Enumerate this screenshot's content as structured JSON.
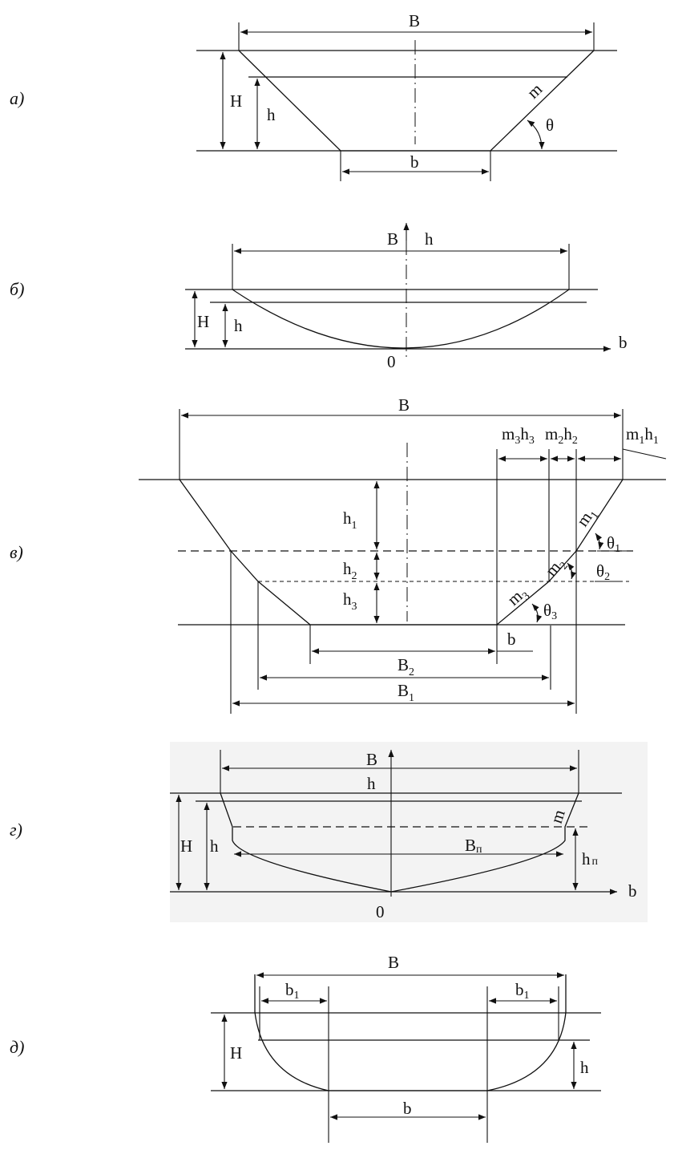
{
  "panels": {
    "a": {
      "tag": "а)",
      "B": "B",
      "H": "H",
      "h": "h",
      "b": "b",
      "m": "m",
      "theta": "θ"
    },
    "b": {
      "tag": "б)",
      "B": "B",
      "h_axis": "h",
      "H": "H",
      "h": "h",
      "b_axis": "b",
      "origin": "0"
    },
    "v": {
      "tag": "в)",
      "B": "B",
      "m3h3": "m",
      "m3h3_s": "3",
      "m3h3_h": "h",
      "m3h3_hs": "3",
      "m2h2": "m",
      "m2h2_s": "2",
      "m2h2_h": "h",
      "m2h2_hs": "2",
      "m1h1": "m",
      "m1h1_s": "1",
      "m1h1_h": "h",
      "m1h1_hs": "1",
      "h1": "h",
      "h1_s": "1",
      "h2": "h",
      "h2_s": "2",
      "h3": "h",
      "h3_s": "3",
      "m1": "m",
      "m1_s": "1",
      "m2": "m",
      "m2_s": "2",
      "m3": "m",
      "m3_s": "3",
      "theta1": "θ",
      "theta1_s": "1",
      "theta2": "θ",
      "theta2_s": "2",
      "theta3": "θ",
      "theta3_s": "3",
      "b": "b",
      "B2": "B",
      "B2_s": "2",
      "B1": "B",
      "B1_s": "1"
    },
    "g": {
      "tag": "г)",
      "B": "B",
      "h_axis": "h",
      "m": "m",
      "H": "H",
      "h": "h",
      "Bp": "B",
      "Bp_s": "п",
      "hp": "h",
      "hp_s": "п",
      "b_axis": "b",
      "origin": "0"
    },
    "d": {
      "tag": "д)",
      "B": "B",
      "b1_left": "b",
      "b1_left_s": "1",
      "b1_right": "b",
      "b1_right_s": "1",
      "H": "H",
      "h": "h",
      "b": "b"
    }
  }
}
